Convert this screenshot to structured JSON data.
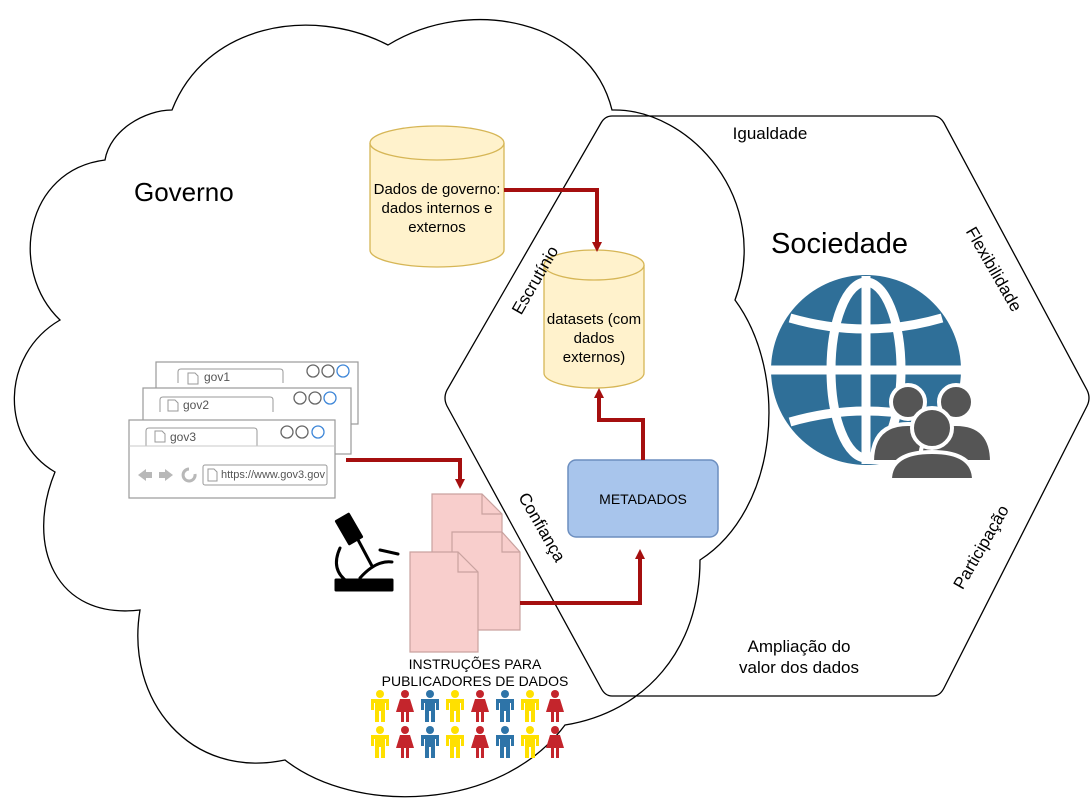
{
  "governo": {
    "title": "Governo",
    "database_text": "Dados de governo: dados internos e externos"
  },
  "sociedade": {
    "title": "Sociedade",
    "values": {
      "top": "Igualdade",
      "right_upper": "Flexibilidade",
      "right_lower": "Participação",
      "bottom": "Ampliação do valor dos dados",
      "left_upper": "Escrutínio",
      "left_lower": "Confiança"
    }
  },
  "datasets": {
    "text": "datasets (com dados externos)"
  },
  "metadados": {
    "label": "METADADOS"
  },
  "browsers": {
    "windows": [
      {
        "tab": "gov1"
      },
      {
        "tab": "gov2"
      },
      {
        "tab": "gov3",
        "url": "https://www.gov3.gov"
      }
    ]
  },
  "instrucoes": {
    "text": "INSTRUÇÕES PARA PUBLICADORES DE DADOS"
  },
  "people": {
    "rows": 2,
    "colors": [
      "#ffe000",
      "#c4252c",
      "#2e74a8",
      "#ffe000",
      "#c4252c",
      "#2e74a8",
      "#ffe000",
      "#c4252c"
    ]
  },
  "colors": {
    "arrow": "#a50f0f",
    "db_fill": "#fff2cc",
    "db_stroke": "#d6b656",
    "doc_fill": "#f8cecc",
    "doc_stroke": "#c9a29f",
    "metadados_fill": "#a8c5ec",
    "metadados_stroke": "#6c8ebf",
    "globe": "#2f6f98",
    "people_icon": "#555555"
  },
  "icons": {
    "globe": "globe-icon",
    "people": "users-icon",
    "microscope": "microscope-icon"
  }
}
